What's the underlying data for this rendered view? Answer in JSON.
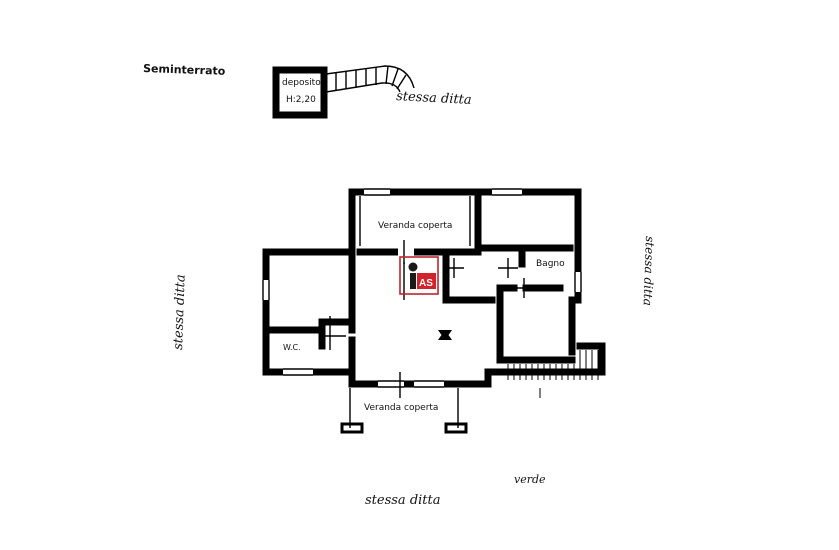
{
  "labels": {
    "seminterrato": "Seminterrato",
    "deposito": "deposito",
    "deposito_height": "H:2,20",
    "stessa_ditta_top": "stessa ditta",
    "stessa_ditta_left": "stessa ditta",
    "stessa_ditta_right": "stessa ditta",
    "stessa_ditta_bottom": "stessa ditta",
    "veranda_top": "Veranda coperta",
    "veranda_bottom": "Veranda coperta",
    "bagno": "Bagno",
    "wc": "W.C.",
    "verde": "verde"
  },
  "logo": {
    "text": "AS",
    "colors": {
      "frame": "#c0262c",
      "fill": "#d2232a",
      "dot": "#1a1a1a"
    }
  }
}
